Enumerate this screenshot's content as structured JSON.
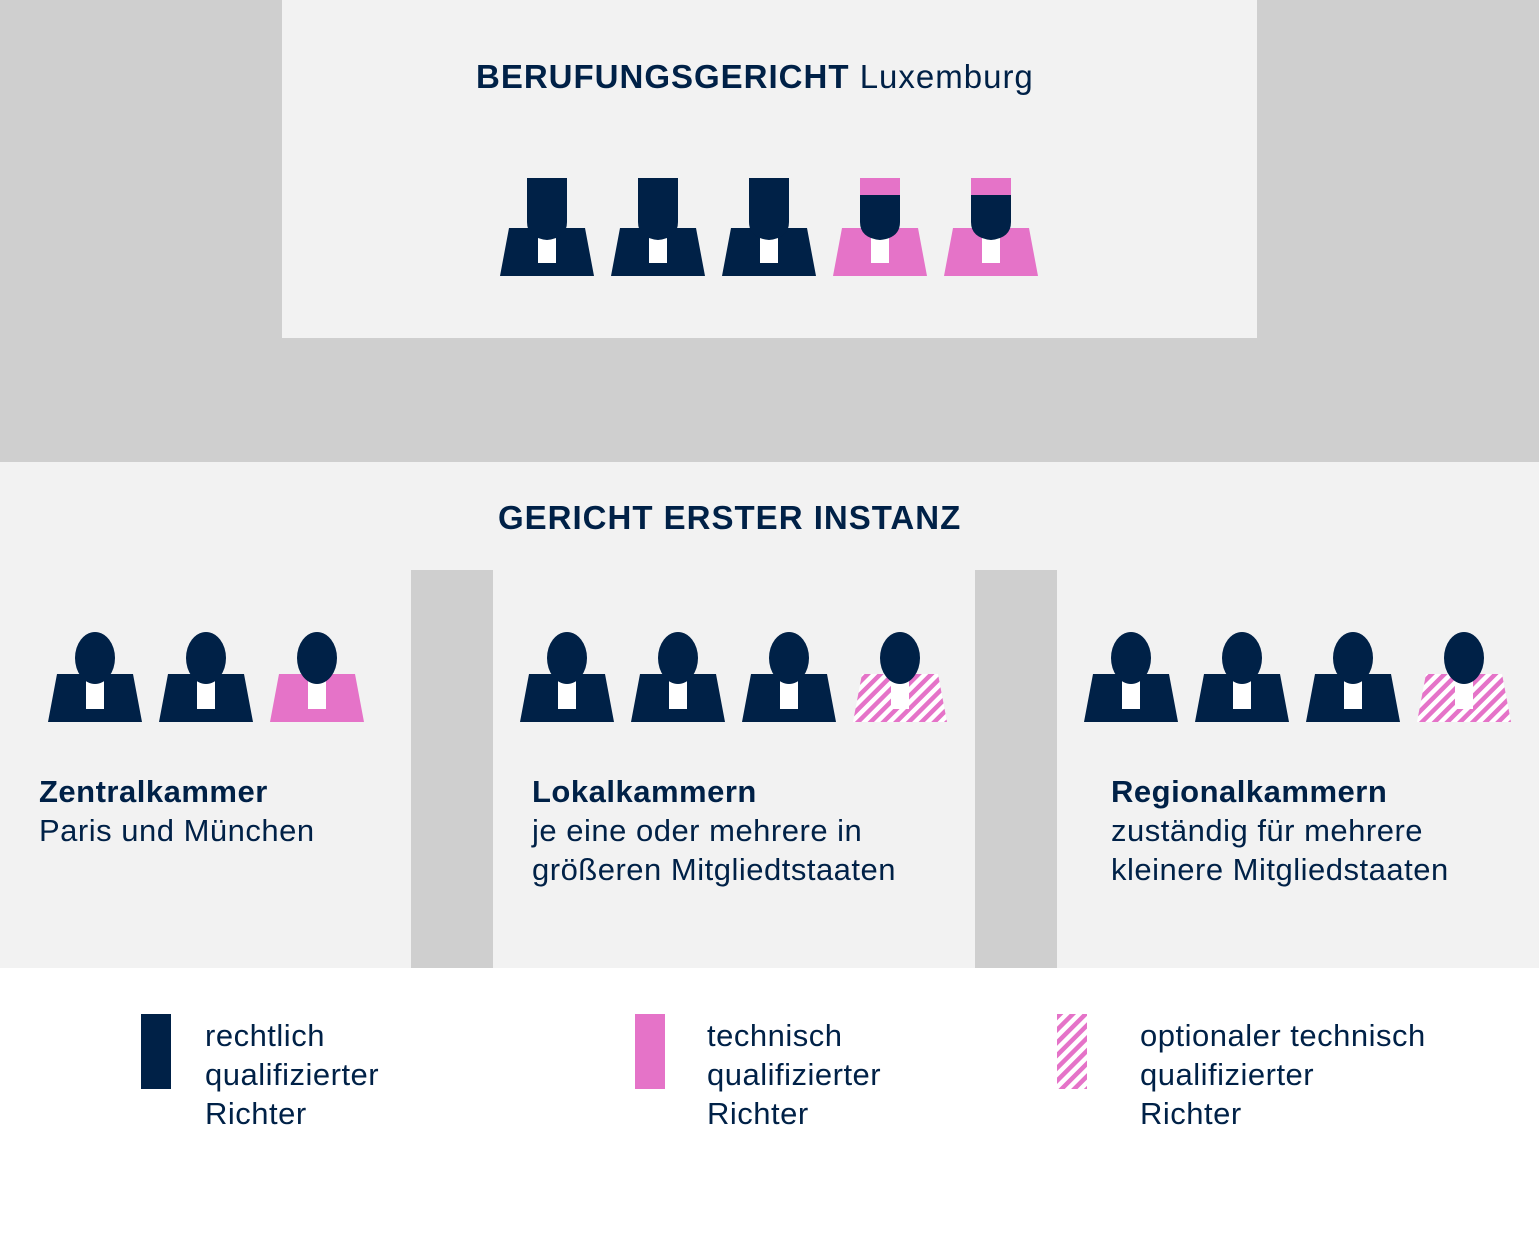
{
  "colors": {
    "navy": "#002147",
    "pink": "#e573c8",
    "gray_band": "#cfcfcf",
    "panel": "#f2f2f2",
    "collar": "#ffffff"
  },
  "appeal_court": {
    "title_bold": "BERUFUNGSGERICHT",
    "title_regular": "Luxemburg",
    "judges": [
      "legal",
      "legal",
      "legal",
      "technical",
      "technical"
    ]
  },
  "first_instance": {
    "title": "GERICHT ERSTER INSTANZ",
    "chambers": [
      {
        "name": "Zentralkammer",
        "description_lines": [
          "Paris und München"
        ],
        "judges": [
          "legal",
          "legal",
          "technical"
        ]
      },
      {
        "name": "Lokalkammern",
        "description_lines": [
          "je eine oder mehrere in",
          "größeren Mitgliedtstaaten"
        ],
        "judges": [
          "legal",
          "legal",
          "legal",
          "optional"
        ]
      },
      {
        "name": "Regionalkammern",
        "description_lines": [
          "zuständig für mehrere",
          "kleinere Mitgliedstaaten"
        ],
        "judges": [
          "legal",
          "legal",
          "legal",
          "optional"
        ]
      }
    ]
  },
  "legend": [
    {
      "type": "legal",
      "lines": [
        "rechtlich",
        "qualifizierter",
        "Richter"
      ]
    },
    {
      "type": "technical",
      "lines": [
        "technisch",
        "qualifizierter",
        "Richter"
      ]
    },
    {
      "type": "optional",
      "lines": [
        "optionaler technisch",
        "qualifizierter",
        "Richter"
      ]
    }
  ]
}
